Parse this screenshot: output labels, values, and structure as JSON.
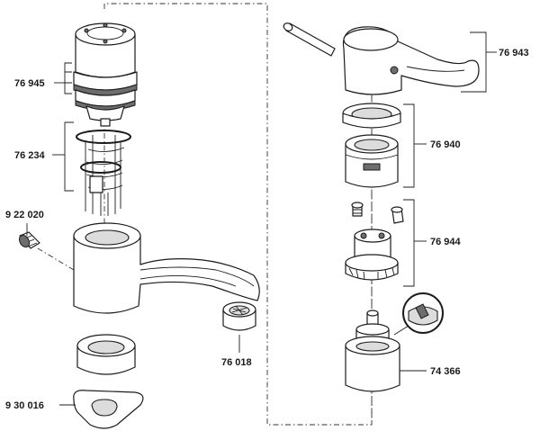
{
  "labels": {
    "p76945": "76 945",
    "p76234": "76 234",
    "p922020": "9 22 020",
    "p930016": "9 30 016",
    "p76018": "76 018",
    "p76943": "76 943",
    "p76940": "76 940",
    "p76944": "76 944",
    "p74366": "74 366"
  }
}
